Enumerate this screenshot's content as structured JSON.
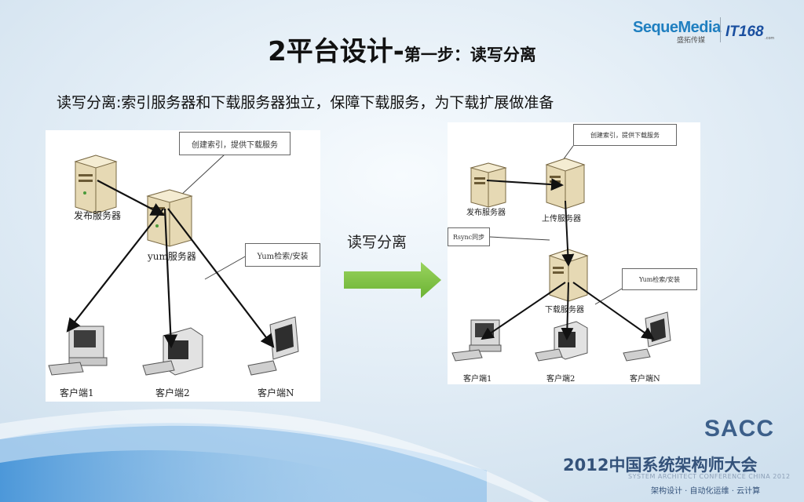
{
  "logos": {
    "seque": "SequeMedia",
    "seque_sub": "盛拓传媒",
    "it": "IT168",
    "it_sub": ".com"
  },
  "title": {
    "main": "2平台设计-",
    "sub": "第一步：读写分离"
  },
  "subtitle": "读写分离:索引服务器和下载服务器独立，保障下载服务，为下载扩展做准备",
  "arrow_label": "读写分离",
  "left_diagram": {
    "publish_server": "发布服务器",
    "yum_server": "yum服务器",
    "note_create": "创建索引，提供下载服务",
    "note_yum": "Yum检索/安装",
    "clients": [
      "客户端1",
      "客户端2",
      "客户端N"
    ]
  },
  "right_diagram": {
    "publish_server": "发布服务器",
    "upload_server": "上传服务器",
    "download_server": "下载服务器",
    "note_create": "创建索引，提供下载服务",
    "note_rsync": "Rsync同步",
    "note_yum": "Yum检索/安装",
    "clients": [
      "客户端1",
      "客户端2",
      "客户端N"
    ]
  },
  "footer": {
    "sacc": "SACC",
    "conference": "2012中国系统架构师大会",
    "conference_en": "SYSTEM ARCHITECT CONFERENCE CHINA 2012",
    "slogan": "架构设计 · 自动化运维 · 云计算"
  },
  "colors": {
    "arrow_green": "#7dc242",
    "accent_blue": "#1f7fc0",
    "footer_blue": "#34527a"
  }
}
